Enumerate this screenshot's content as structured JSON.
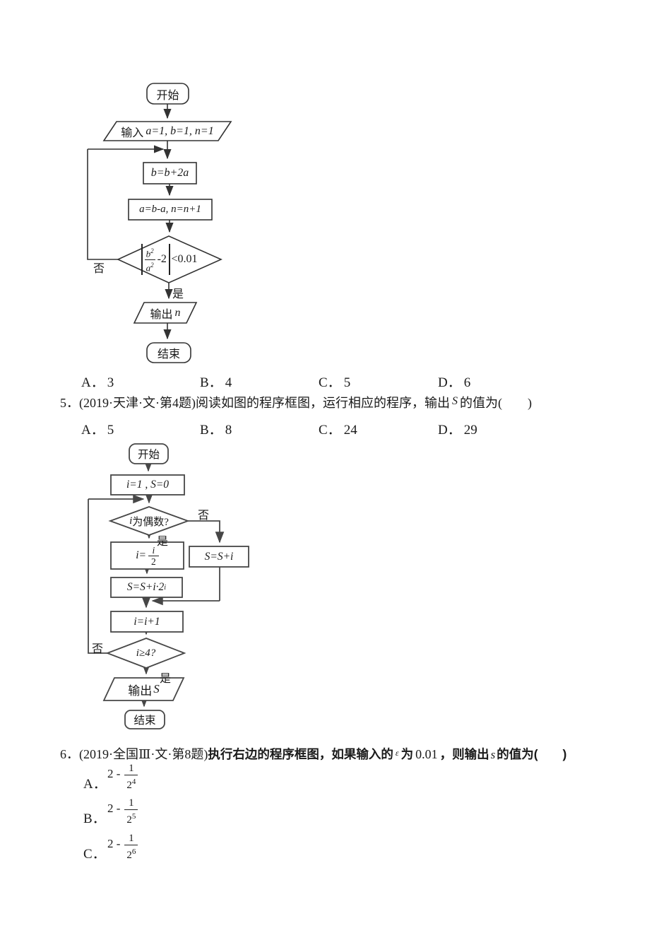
{
  "page": {
    "background": "#ffffff",
    "ink": "#1a1a1a",
    "fc1_line": "#333333",
    "fc2_line": "#474747"
  },
  "fc1": {
    "start": "开始",
    "input_label": "输入",
    "input_math": "a=1, b=1, n=1",
    "assign1": "b=b+2a",
    "assign2": "a=b-a, n=n+1",
    "cond": {
      "num_base": "b",
      "num_exp": "2",
      "den_base": "a",
      "den_exp": "2",
      "tail": "-2",
      "cmp": "<0.01"
    },
    "no": "否",
    "yes": "是",
    "output_label": "输出",
    "output_var": "n",
    "end": "结束"
  },
  "q4": {
    "options": [
      {
        "label": "A．",
        "value": "3"
      },
      {
        "label": "B．",
        "value": "4"
      },
      {
        "label": "C．",
        "value": "5"
      },
      {
        "label": "D．",
        "value": "6"
      }
    ]
  },
  "q5": {
    "number": "5．",
    "source": "(2019·天津·文·第4题)",
    "text_before": "阅读如图的程序框图，运行相应的程序，输出",
    "var": "S",
    "text_after": "的值为(　　)",
    "options": [
      {
        "label": "A．",
        "value": "5"
      },
      {
        "label": "B．",
        "value": "8"
      },
      {
        "label": "C．",
        "value": "24"
      },
      {
        "label": "D．",
        "value": "29"
      }
    ]
  },
  "fc2": {
    "start": "开始",
    "init": "i=1 , S=0",
    "cond1_var": "i",
    "cond1_text": "为偶数?",
    "no1": "否",
    "yes1": "是",
    "half_lhs": "i=",
    "half_num": "i",
    "half_den": "2",
    "acc_right": "S=S+i",
    "acc_main_base": "S=S+i·2",
    "acc_main_exp": "i",
    "inc": "i=i+1",
    "cond2": "i≥4?",
    "no2": "否",
    "yes2": "是",
    "output_label": "输出",
    "output_var": "S",
    "end": "结束"
  },
  "q6": {
    "number": "6．",
    "source": "(2019·全国Ⅲ·文·第8题)",
    "bold1": "执行右边的程序框图，如果输入的",
    "eps": "ε",
    "bold2": "为",
    "value": "0.01",
    "bold3": "，则输出",
    "var": "s",
    "bold4": "的值为(　　)",
    "options": [
      {
        "label": "A．",
        "lead": "2 -",
        "num": "1",
        "den_base": "2",
        "den_exp": "4"
      },
      {
        "label": "B．",
        "lead": "2 -",
        "num": "1",
        "den_base": "2",
        "den_exp": "5"
      },
      {
        "label": "C．",
        "lead": "2 -",
        "num": "1",
        "den_base": "2",
        "den_exp": "6"
      }
    ]
  }
}
